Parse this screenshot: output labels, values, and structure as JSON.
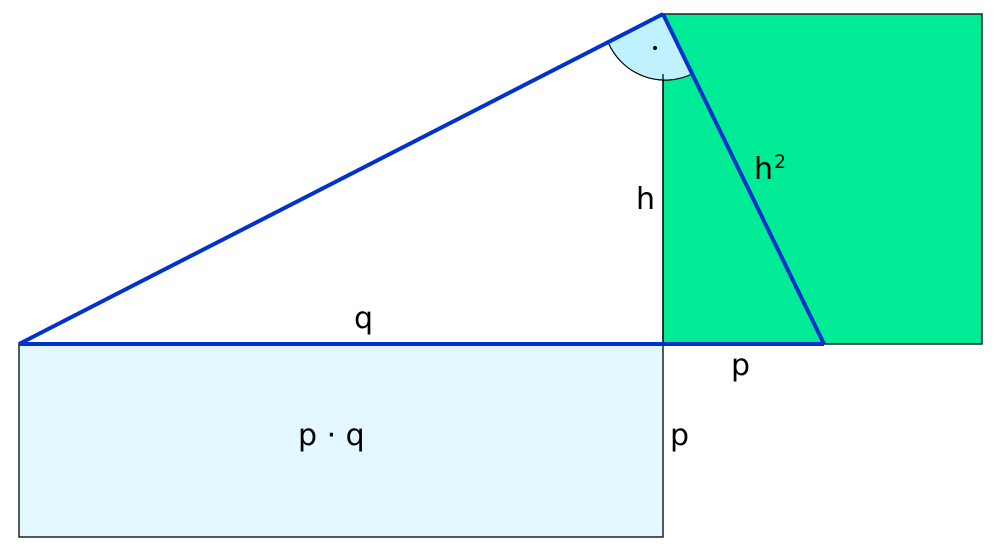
{
  "diagram": {
    "title": "Höhensatz (altitude theorem) illustration",
    "colors": {
      "square_fill": "#00EB96",
      "rectangle_fill": "#E3F8FE",
      "angle_fill": "#BFF1FF",
      "triangle_stroke": "#0033CC",
      "outline": "#222222"
    },
    "labels": {
      "h": "h",
      "h_squared_base": "h",
      "h_squared_exp": "2",
      "q": "q",
      "p_bottom": "p",
      "p_side": "p",
      "pq": "p · q",
      "right_angle_mark": "·"
    }
  }
}
